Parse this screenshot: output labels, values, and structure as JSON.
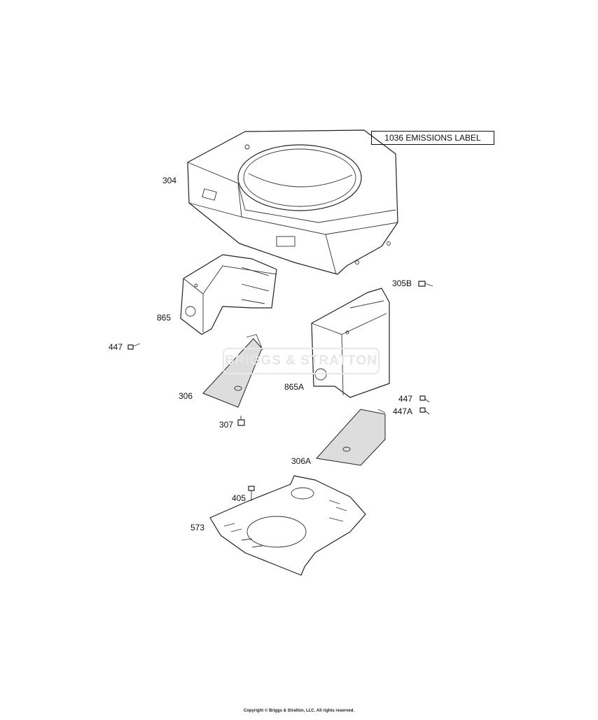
{
  "emissions_label": "1036 EMISSIONS LABEL",
  "watermark": "BRIGGS & STRATTON",
  "copyright": "Copyright © Briggs & Stratton, LLC. All rights reserved.",
  "callouts": {
    "p304": "304",
    "p865": "865",
    "p447_left": "447",
    "p305B": "305B",
    "p306": "306",
    "p307": "307",
    "p865A": "865A",
    "p447_right": "447",
    "p447A": "447A",
    "p306A": "306A",
    "p405": "405",
    "p573": "573"
  }
}
